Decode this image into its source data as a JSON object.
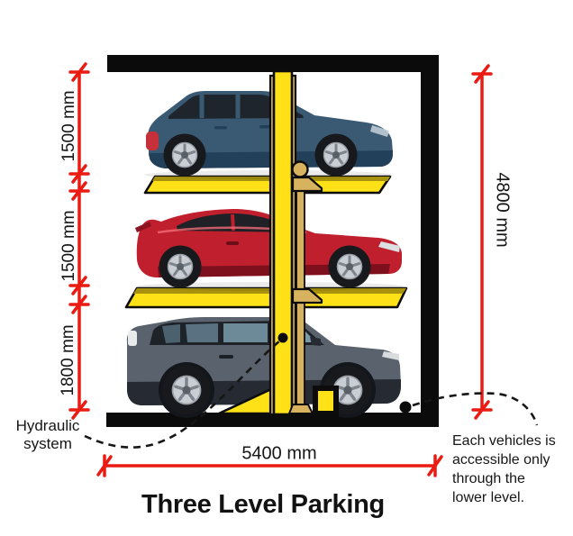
{
  "title": "Three Level Parking",
  "dimensions": {
    "top_level_height": "1500 mm",
    "middle_level_height": "1500 mm",
    "bottom_level_height": "1800 mm",
    "total_height": "4800 mm",
    "total_width": "5400 mm"
  },
  "annotations": {
    "hydraulic_label": "Hydraulic\nsystem",
    "access_note": "Each vehicles is\naccessible only\nthrough the\nlower level."
  },
  "vehicles": [
    {
      "level": "top",
      "type": "blue-hatchback"
    },
    {
      "level": "middle",
      "type": "red-sedan"
    },
    {
      "level": "bottom",
      "type": "grey-suv"
    }
  ],
  "colors": {
    "dimension_red": "#EA1B12",
    "structure_yellow": "#FFE117",
    "frame_black": "#0B0B0B",
    "piston_tan": "#D8B35F"
  }
}
